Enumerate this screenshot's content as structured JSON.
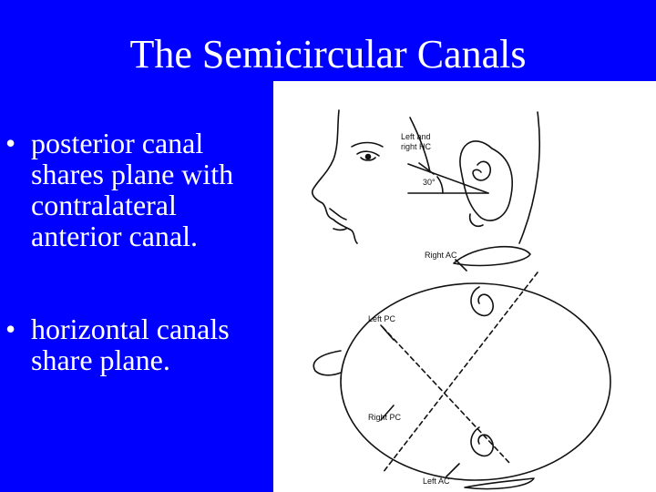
{
  "slide": {
    "title": "The Semicircular Canals",
    "bullets": [
      "posterior canal shares plane with contralateral anterior canal.",
      "horizontal canals share plane."
    ],
    "bullet_marker": "•"
  },
  "figure": {
    "labels": {
      "left_right_hc_1": "Left and",
      "left_right_hc_2": "right HC",
      "angle": "30°",
      "right_ac": "Right AC",
      "left_pc": "Left PC",
      "right_pc": "Right PC",
      "left_ac": "Left AC"
    }
  },
  "colors": {
    "background": "#0000ff",
    "text": "#ffffff",
    "figure_bg": "#ffffff",
    "ink": "#111111"
  }
}
